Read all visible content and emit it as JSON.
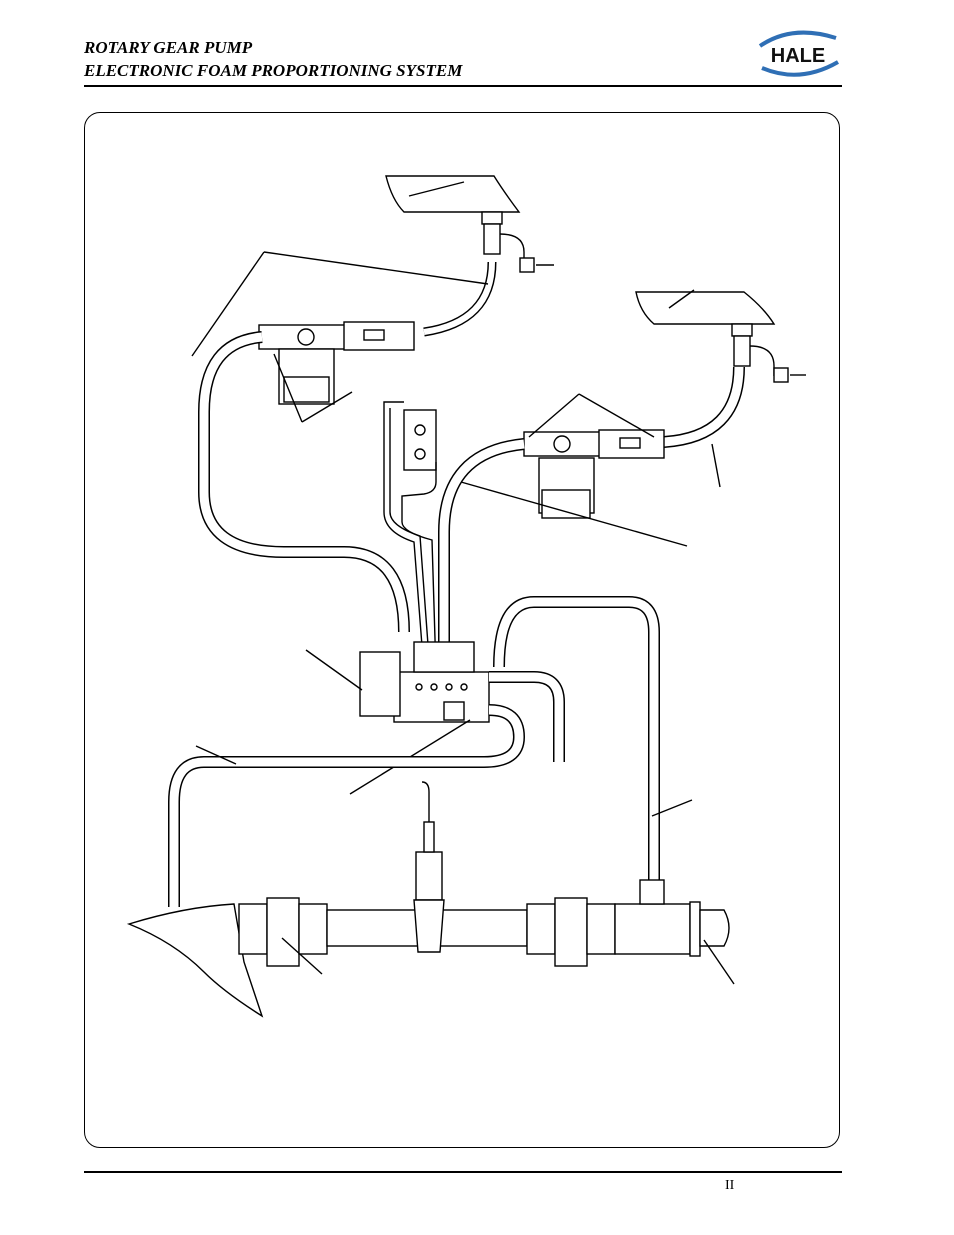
{
  "header": {
    "title_line1": "ROTARY GEAR PUMP",
    "title_line2": "ELECTRONIC FOAM PROPORTIONING SYSTEM"
  },
  "logo": {
    "text": "HALE",
    "accent_color": "#2f6fb5"
  },
  "figure": {
    "description_icon": "plumbing-diagram"
  },
  "footer": {
    "page_number": "II"
  }
}
